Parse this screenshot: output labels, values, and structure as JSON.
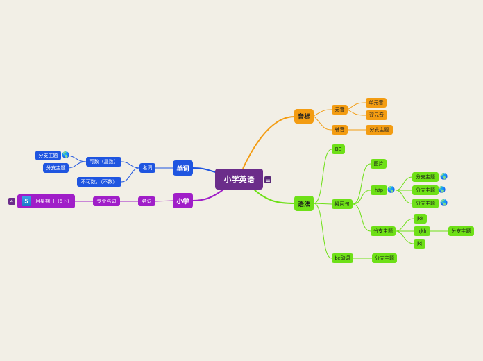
{
  "root": {
    "label": "小学英语"
  },
  "phonetics": {
    "label": "音标",
    "vowels": {
      "label": "元音",
      "children": [
        "单元音",
        "双元音"
      ]
    },
    "consonants": {
      "label": "辅音",
      "children": [
        "分支主题"
      ]
    }
  },
  "grammar": {
    "label": "语法",
    "be": "BE",
    "question": {
      "label": "疑问句",
      "picture": "图片",
      "http": {
        "label": "http",
        "children": [
          "分支主题",
          "分支主题",
          "分支主题"
        ]
      },
      "branch": {
        "label": "分支主题",
        "children": [
          "jkk",
          "hjkh",
          "jkj"
        ],
        "hjkh_child": "分支主题"
      }
    },
    "be_verb": {
      "label": "be动词",
      "child": "分支主题"
    }
  },
  "words": {
    "label": "单词",
    "noun": {
      "label": "名词",
      "countable": {
        "label": "可数（复数）",
        "children": [
          "分支主题",
          "分支主题"
        ]
      },
      "uncountable": "不可数，（不数）"
    }
  },
  "primary": {
    "label": "小学",
    "noun": {
      "label": "名词",
      "child": {
        "label": "专业名词",
        "date": {
          "day": "5",
          "text": "月星期日（5下）",
          "badge": "4"
        }
      }
    }
  },
  "icons": {
    "globe": "globe-icon",
    "notes": "notes-icon",
    "calendar": "calendar-icon"
  },
  "colors": {
    "root": "#6b2d8a",
    "blue": "#1f55e0",
    "orange": "#f39c12",
    "green": "#6ee017",
    "purple": "#a01ec8"
  }
}
